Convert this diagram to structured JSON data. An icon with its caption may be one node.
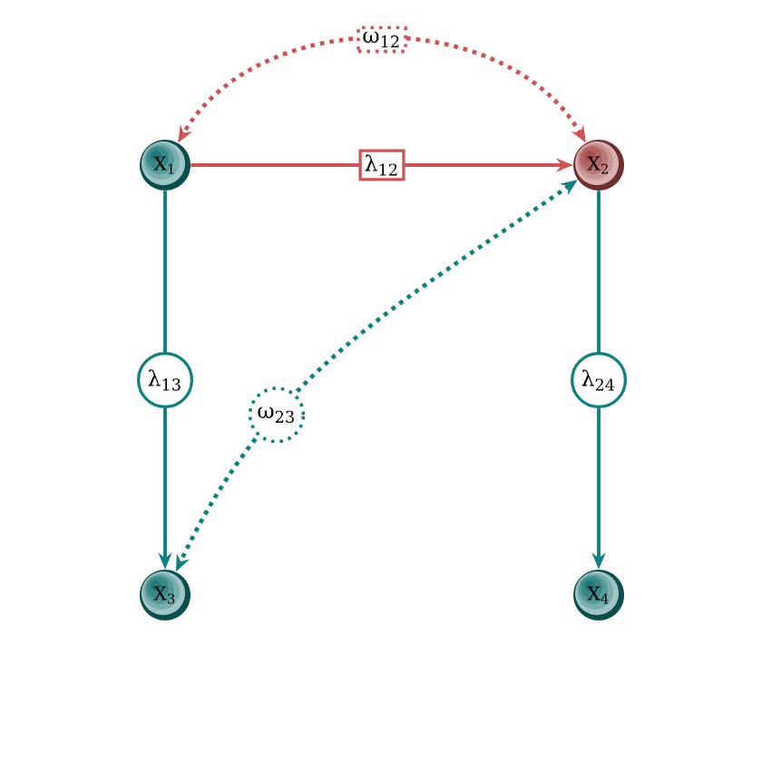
{
  "diagram": {
    "nodes": [
      {
        "text": [
          "X$_{1}$"
        ]
      },
      {
        "text": [
          "X$_{2}$"
        ]
      },
      {
        "text": [
          "X$_{3}$"
        ]
      },
      {
        "text": [
          "X$_{4}$"
        ]
      }
    ],
    "edges": [
      {
        "from": 0,
        "to": 1,
        "arrow": "to",
        "label": "λ$_{12}$",
        "color": "#d05353"
      },
      {
        "from": 1,
        "to": 0,
        "arrow": "both",
        "label": "ω$_{12}$",
        "style": "dashed",
        "color": "#d05353"
      },
      {
        "from": 0,
        "to": 2,
        "arrow": "to",
        "label": "λ$_{13}$"
      },
      {
        "from": 1,
        "to": 3,
        "arrow": "to",
        "label": "λ$_{24}$"
      },
      {
        "from": 1,
        "to": 2,
        "arrow": "both",
        "label": "ω$_{23}$",
        "style": "dashed"
      }
    ]
  }
}
